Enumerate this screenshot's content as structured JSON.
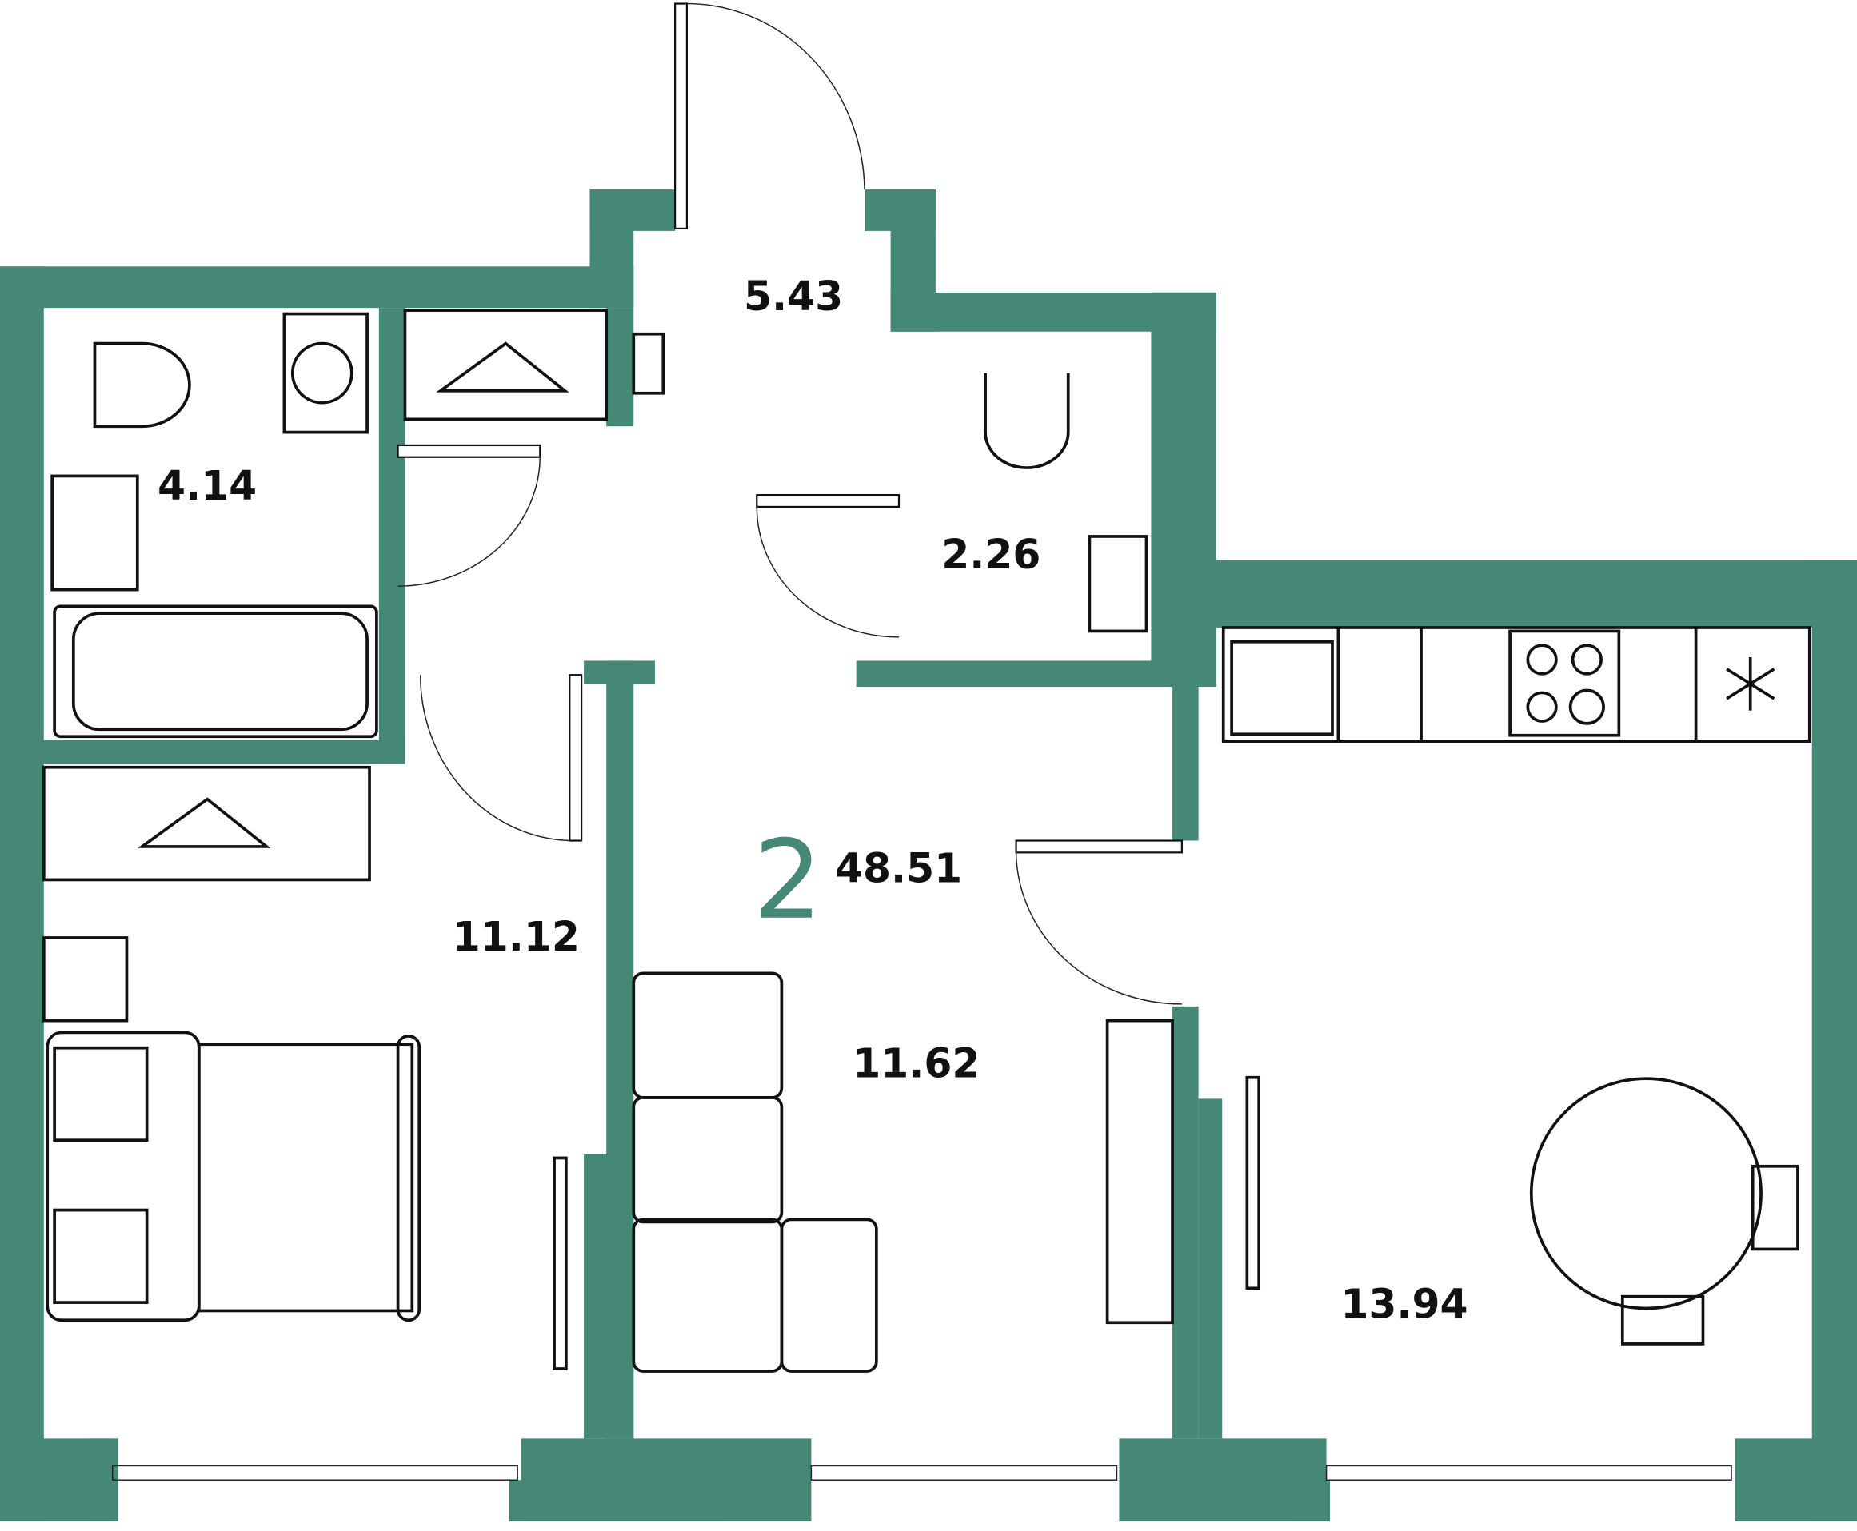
{
  "colors": {
    "wall": "#468877",
    "text": "#111111"
  },
  "plan": {
    "rooms_count": "2",
    "total_area": "48.51",
    "rooms": [
      {
        "name": "hall",
        "area": "5.43"
      },
      {
        "name": "bathroom",
        "area": "4.14"
      },
      {
        "name": "wc",
        "area": "2.26"
      },
      {
        "name": "bedroom",
        "area": "11.12"
      },
      {
        "name": "living-room",
        "area": "11.62"
      },
      {
        "name": "kitchen",
        "area": "13.94"
      }
    ]
  }
}
